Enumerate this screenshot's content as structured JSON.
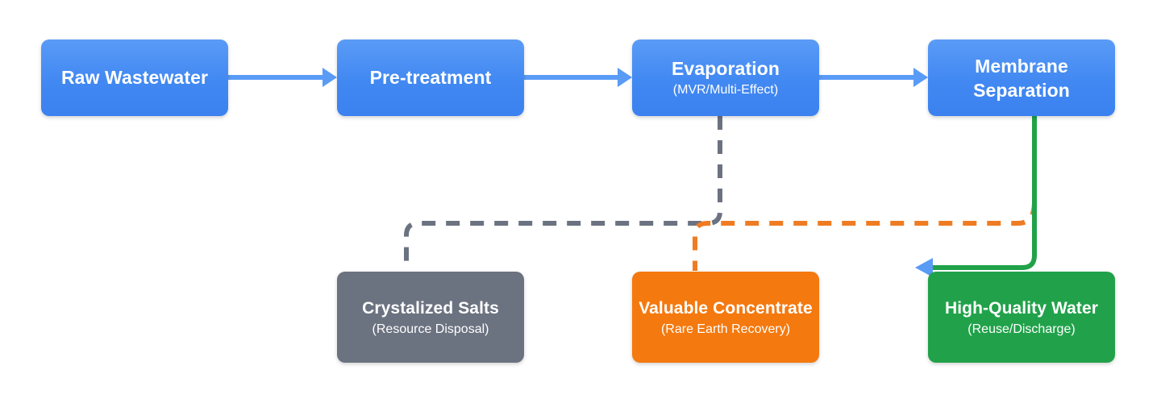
{
  "diagram": {
    "type": "process-flow",
    "background": "#ffffff",
    "nodes": [
      {
        "id": "raw",
        "title": "Raw Wastewater",
        "sub": "",
        "color": "#4188f2"
      },
      {
        "id": "pre",
        "title": "Pre-treatment",
        "sub": "",
        "color": "#4188f2"
      },
      {
        "id": "evap",
        "title": "Evaporation",
        "sub": "(MVR/Multi-Effect)",
        "color": "#4188f2"
      },
      {
        "id": "memb",
        "title": "Membrane\nSeparation",
        "sub": "",
        "color": "#4188f2"
      },
      {
        "id": "salts",
        "title": "Crystalized Salts",
        "sub": "(Resource Disposal)",
        "color": "#6b7280"
      },
      {
        "id": "conc",
        "title": "Valuable Concentrate",
        "sub": "(Rare Earth Recovery)",
        "color": "#f4790f"
      },
      {
        "id": "water",
        "title": "High-Quality Water",
        "sub": "(Reuse/Discharge)",
        "color": "#21a24a"
      }
    ],
    "connectors": [
      {
        "id": "raw-to-pre",
        "from": "raw",
        "to": "pre",
        "style": "solid",
        "color": "#5a9bf6",
        "arrow": "#5a9bf6"
      },
      {
        "id": "pre-to-evap",
        "from": "pre",
        "to": "evap",
        "style": "solid",
        "color": "#5a9bf6",
        "arrow": "#5a9bf6"
      },
      {
        "id": "evap-to-memb",
        "from": "evap",
        "to": "memb",
        "style": "solid",
        "color": "#5a9bf6",
        "arrow": "#5a9bf6"
      },
      {
        "id": "evap-to-salts",
        "from": "evap",
        "to": "salts",
        "style": "dashed",
        "color": "#6b7280",
        "arrow": "#5a9bf6"
      },
      {
        "id": "memb-to-conc",
        "from": "memb",
        "to": "conc",
        "style": "dashed",
        "color": "#ef7c22",
        "arrow": "#5a9bf6"
      },
      {
        "id": "memb-to-water",
        "from": "memb",
        "to": "water",
        "style": "solid",
        "color": "#21a24a",
        "arrow": "#5a9bf6"
      }
    ],
    "palette": {
      "blue": "#4188f2",
      "blue_light": "#5a9bf6",
      "gray": "#6b7280",
      "orange": "#f4790f",
      "orange_line": "#ef7c22",
      "green": "#21a24a",
      "white": "#ffffff"
    }
  }
}
